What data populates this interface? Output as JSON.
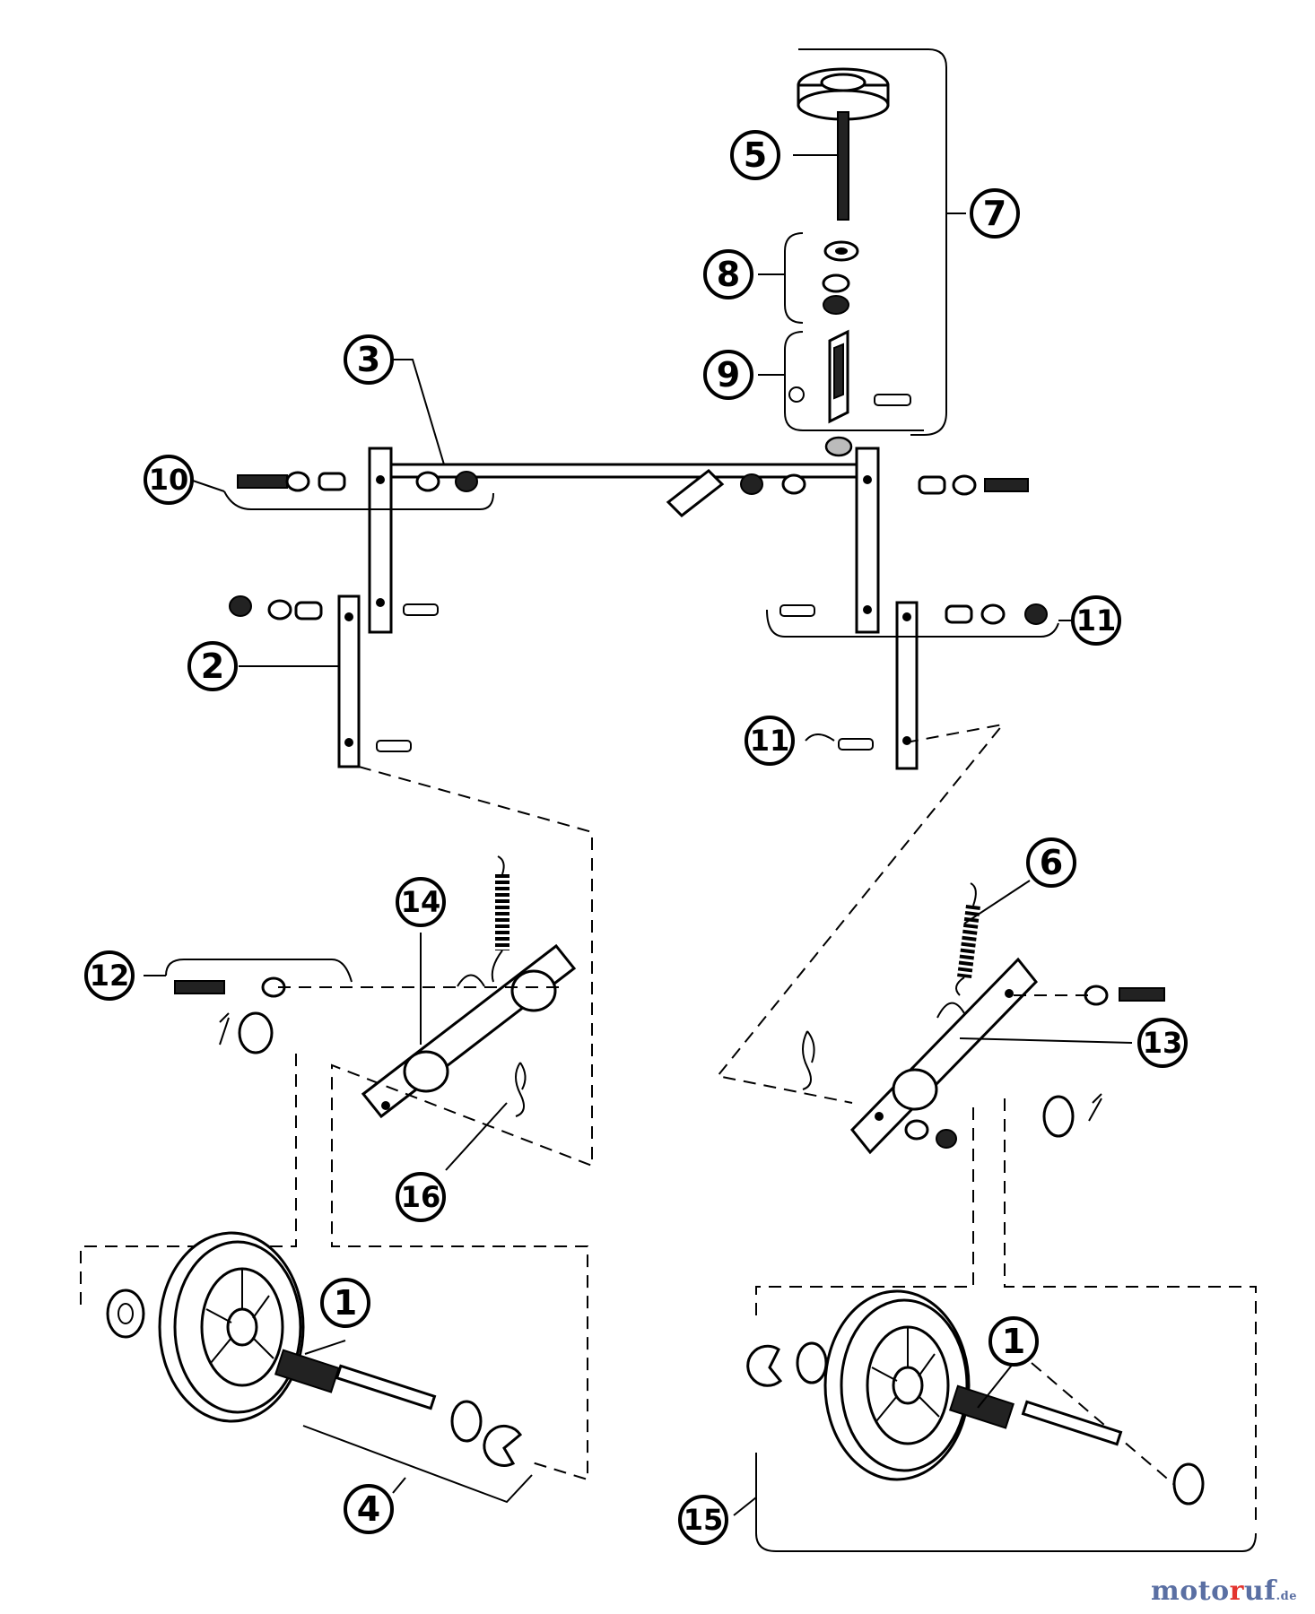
{
  "callouts": [
    {
      "id": "c1a",
      "label": "1"
    },
    {
      "id": "c1b",
      "label": "1"
    },
    {
      "id": "c2",
      "label": "2"
    },
    {
      "id": "c3",
      "label": "3"
    },
    {
      "id": "c4",
      "label": "4"
    },
    {
      "id": "c5",
      "label": "5"
    },
    {
      "id": "c6",
      "label": "6"
    },
    {
      "id": "c7",
      "label": "7"
    },
    {
      "id": "c8",
      "label": "8"
    },
    {
      "id": "c9",
      "label": "9"
    },
    {
      "id": "c10",
      "label": "10"
    },
    {
      "id": "c11a",
      "label": "11"
    },
    {
      "id": "c11b",
      "label": "11"
    },
    {
      "id": "c12",
      "label": "12"
    },
    {
      "id": "c13",
      "label": "13"
    },
    {
      "id": "c14",
      "label": "14"
    },
    {
      "id": "c15",
      "label": "15"
    },
    {
      "id": "c16",
      "label": "16"
    }
  ],
  "watermark": {
    "brand_start": "moto",
    "brand_accent": "r",
    "brand_end": "uf",
    "tld": ".de"
  }
}
